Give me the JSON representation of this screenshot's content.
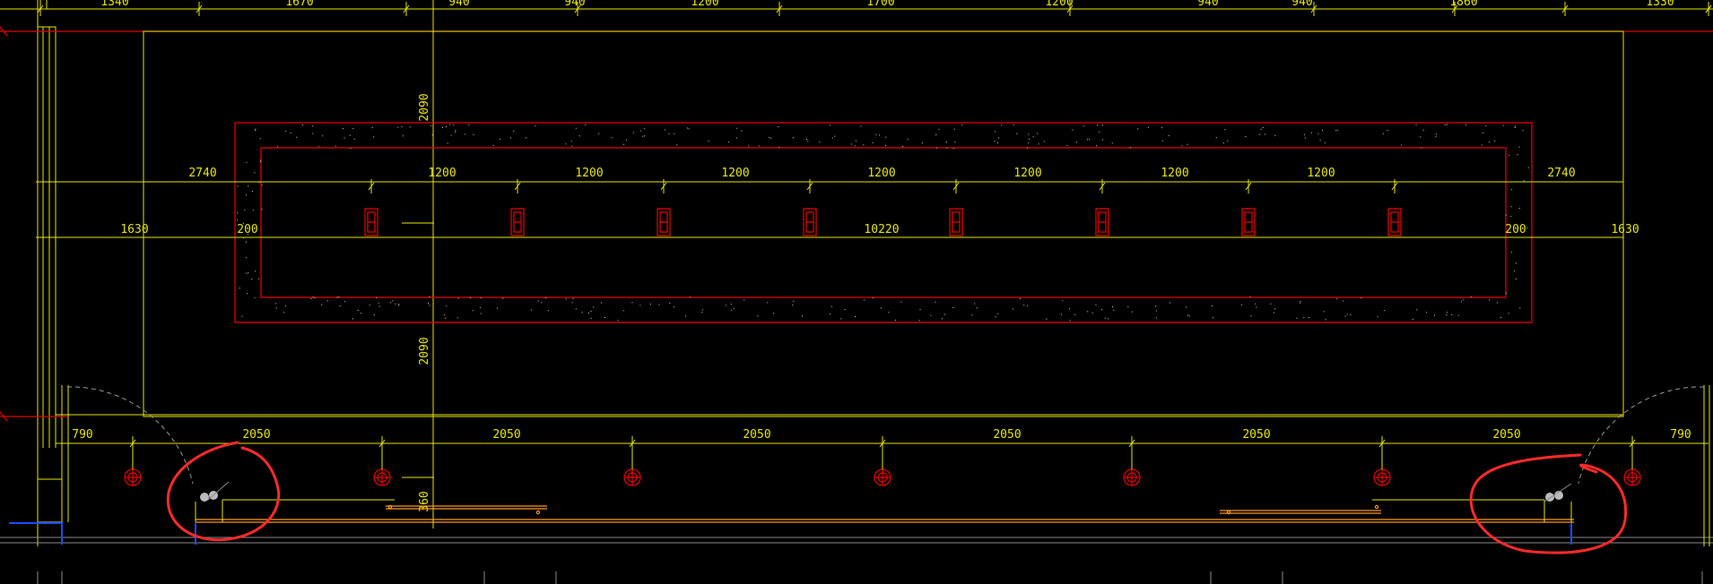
{
  "drawing": {
    "top_dims": [
      "1340",
      "1670",
      "940",
      "940",
      "1200",
      "1700",
      "1200",
      "940",
      "940",
      "1860",
      "1330"
    ],
    "row1_dims": [
      "2740",
      "1200",
      "1200",
      "1200",
      "1200",
      "1200",
      "1200",
      "1200",
      "2740"
    ],
    "row2_dims": [
      "1630",
      "200",
      "10220",
      "200",
      "1630"
    ],
    "vertical_dims": [
      "2090",
      "2090",
      "360"
    ],
    "bottom_dims": [
      "790",
      "2050",
      "2050",
      "2050",
      "2050",
      "2050",
      "2050",
      "790"
    ],
    "fixture_count": 8,
    "light_count": 7,
    "colors": {
      "background": "#000000",
      "dimension": "#e6e600",
      "frame": "#e00000",
      "fixture": "#ff9a1a",
      "markup": "#ff2a2a",
      "wall": "#1a4cff"
    }
  }
}
